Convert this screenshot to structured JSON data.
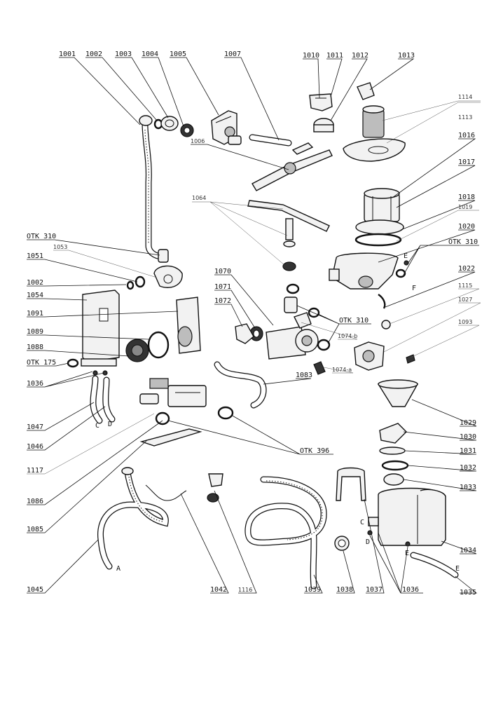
{
  "labels": {
    "l1001": "1001",
    "l1002a": "1002",
    "l1003": "1003",
    "l1004": "1004",
    "l1005": "1005",
    "l1007": "1007",
    "l1010": "1010",
    "l1011": "1011",
    "l1012": "1012",
    "l1013": "1013",
    "l1114": "1114",
    "l1113": "1113",
    "l1006": "1006",
    "l1016": "1016",
    "l1017": "1017",
    "l1064": "1064",
    "l1018": "1018",
    "l1019": "1019",
    "l1020": "1020",
    "lotk310a": "OTK 310",
    "lotk310b": "OTK 310",
    "lotk310c": "OTK 310",
    "l1051": "1051",
    "l1053": "1053",
    "lE1": "E",
    "l1070": "1070",
    "l1022": "1022",
    "l1002b": "1002",
    "lF1": "F",
    "l1071": "1071",
    "l1115": "1115",
    "l1054": "1054",
    "l1072": "1072",
    "l1027": "1027",
    "l1091": "1091",
    "l1089": "1089",
    "l1093": "1093",
    "l1074b": "1074-b",
    "l1088": "1088",
    "lotk175": "OTK 175",
    "l1074a": "1074-a",
    "l1083": "1083",
    "l1036a": "1036",
    "l1029": "1029",
    "l1047": "1047",
    "lC1": "C",
    "lD1": "D",
    "l1030": "1030",
    "l1046": "1046",
    "l1031": "1031",
    "lotk396": "OTK 396",
    "l1117": "1117",
    "l1032": "1032",
    "l1033": "1033",
    "l1086": "1086",
    "lC2": "C",
    "lD2": "D",
    "l1085": "1085",
    "l1034": "1034",
    "lE2": "E",
    "lE3": "E",
    "lA": "A",
    "l1045": "1045",
    "l1042": "1042",
    "l1116": "1116",
    "l1039": "1039",
    "l1038": "1038",
    "l1037": "1037",
    "l1036b": "1036",
    "l1035": "1035"
  }
}
